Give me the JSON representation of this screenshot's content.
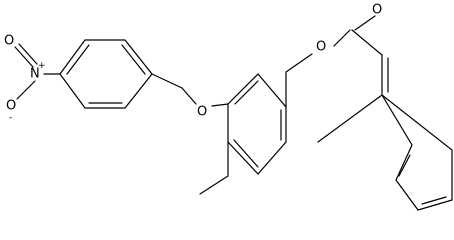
{
  "atom_labels": {
    "nitro_n": "N",
    "nitro_n_charge": "+",
    "nitro_o_top": "O",
    "nitro_o_bottom": "O",
    "nitro_o_bottom_charge": "-",
    "ether_o": "O",
    "ring_o": "O",
    "carbonyl_o": "O"
  },
  "colors": {
    "bond": "#000000",
    "label": "#000000",
    "background": "#ffffff"
  }
}
